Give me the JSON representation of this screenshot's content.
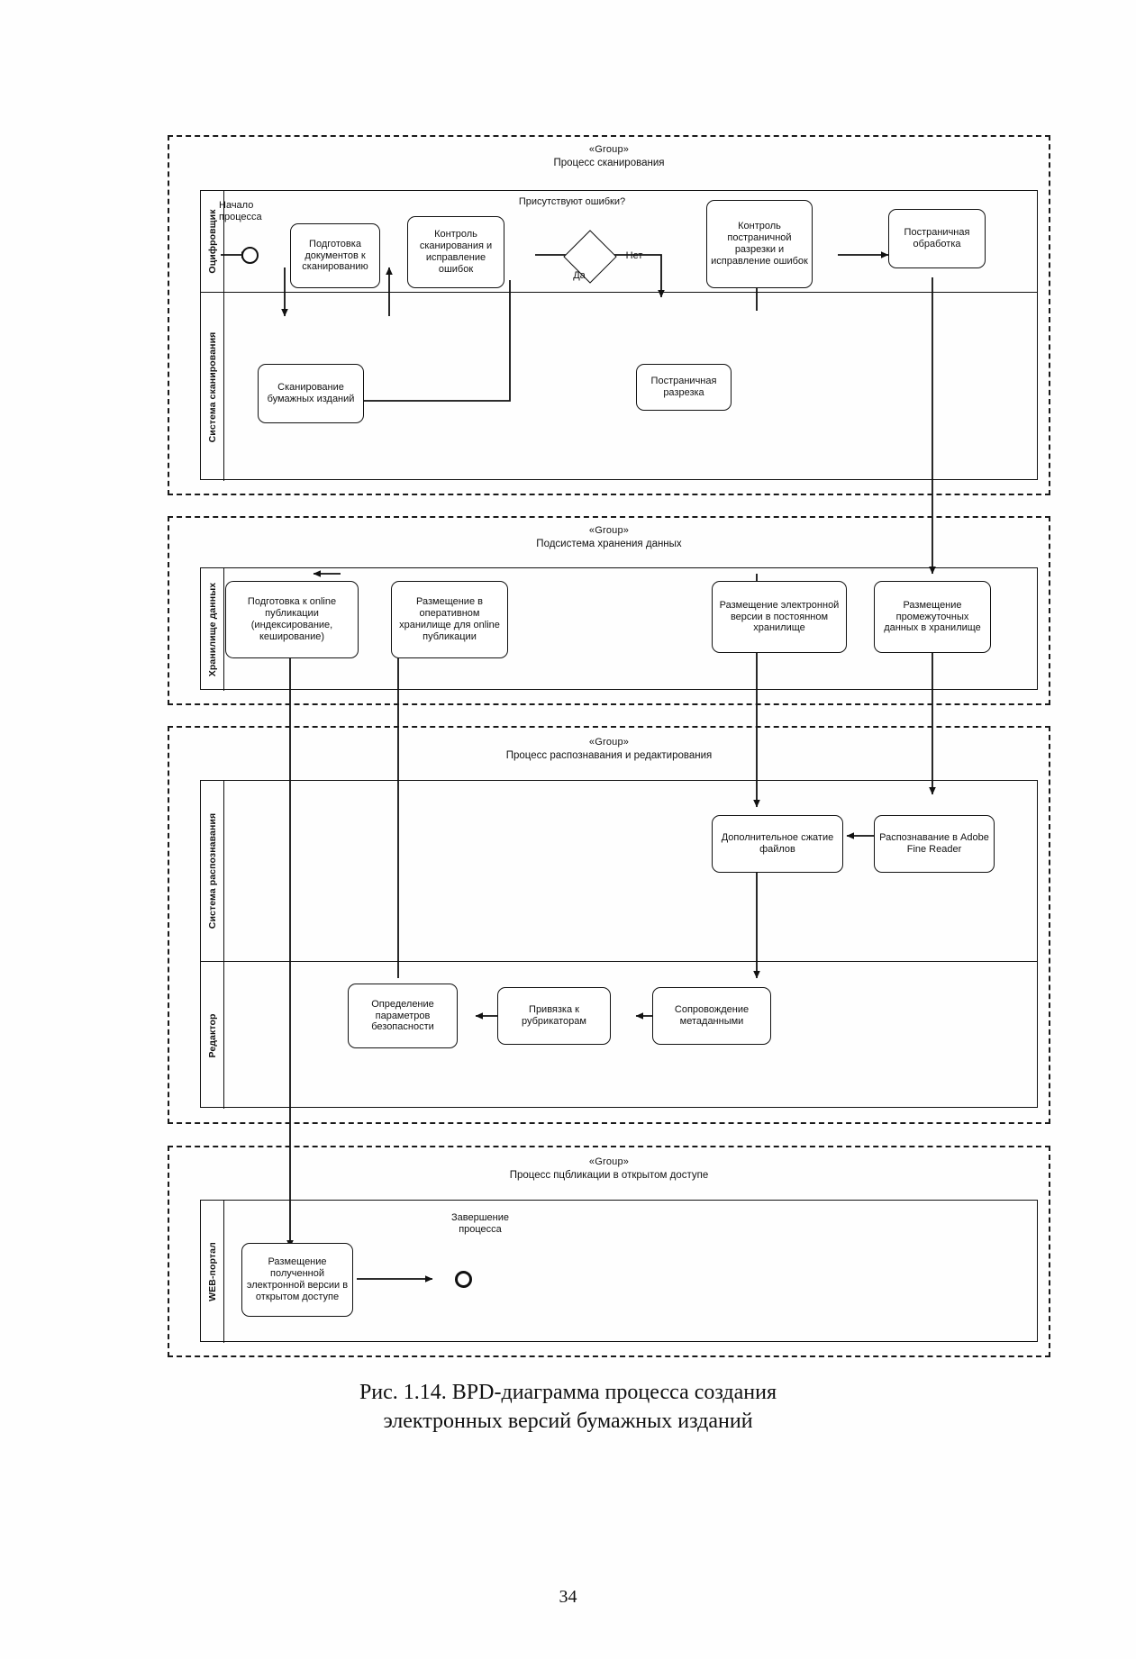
{
  "document": {
    "caption_line1": "Рис. 1.14. BPD-диаграмма процесса создания",
    "caption_line2": "электронных версий бумажных изданий",
    "page_number": "34"
  },
  "stereotype": "«Group»",
  "groups": [
    {
      "id": "scanning",
      "title": "Процесс сканирования"
    },
    {
      "id": "storage",
      "title": "Подсистема хранения данных"
    },
    {
      "id": "recognition",
      "title": "Процесс распознавания и редактирования"
    },
    {
      "id": "publication",
      "title": "Процесс пцбликации в открытом доступе"
    }
  ],
  "lanes": [
    {
      "id": "digitizer",
      "label": "Оцифровщик"
    },
    {
      "id": "scan-system",
      "label": "Система сканирования"
    },
    {
      "id": "data-store",
      "label": "Хранилище данных"
    },
    {
      "id": "recognition-sys",
      "label": "Система распознавания"
    },
    {
      "id": "editor",
      "label": "Редактор"
    },
    {
      "id": "web-portal",
      "label": "WEB-портал"
    }
  ],
  "events": [
    {
      "id": "start",
      "label_line1": "Начало",
      "label_line2": "процесса"
    },
    {
      "id": "end",
      "label_line1": "Завершение",
      "label_line2": "процесса"
    }
  ],
  "gateway": {
    "question": "Присутствуют ошибки?",
    "yes_label": "Да",
    "no_label": "Нет"
  },
  "tasks": [
    {
      "id": "prep-docs",
      "label": "Подготовка документов к сканированию"
    },
    {
      "id": "scan-control",
      "label": "Контроль сканирования и исправление ошибок"
    },
    {
      "id": "page-cut-control",
      "label": "Контроль постраничной разрезки и исправление ошибок"
    },
    {
      "id": "page-processing",
      "label": "Постраничная обработка"
    },
    {
      "id": "scan-books",
      "label": "Сканирование бумажных изданий"
    },
    {
      "id": "page-cut",
      "label": "Постраничная разрезка"
    },
    {
      "id": "prep-online",
      "label": "Подготовка к online публикации (индексирование, кеширование)"
    },
    {
      "id": "place-operative",
      "label": "Размещение в оперативном хранилище для online публикации"
    },
    {
      "id": "place-permanent",
      "label": "Размещение электронной версии в постоянном хранилище"
    },
    {
      "id": "place-interim",
      "label": "Размещение промежуточных данных в хранилище"
    },
    {
      "id": "extra-compress",
      "label": "Дополнительное сжатие файлов"
    },
    {
      "id": "ocr",
      "label": "Распознавание в Adobe Fine Reader"
    },
    {
      "id": "security-params",
      "label": "Определение параметров безопасности"
    },
    {
      "id": "rubricator",
      "label": "Привязка к рубрикаторам"
    },
    {
      "id": "metadata",
      "label": "Сопровождение метаданными"
    },
    {
      "id": "publish-open",
      "label": "Размещение полученной электронной версии в открытом доступе"
    }
  ],
  "colors": {
    "ink": "#111111",
    "paper": "#fefefe"
  }
}
